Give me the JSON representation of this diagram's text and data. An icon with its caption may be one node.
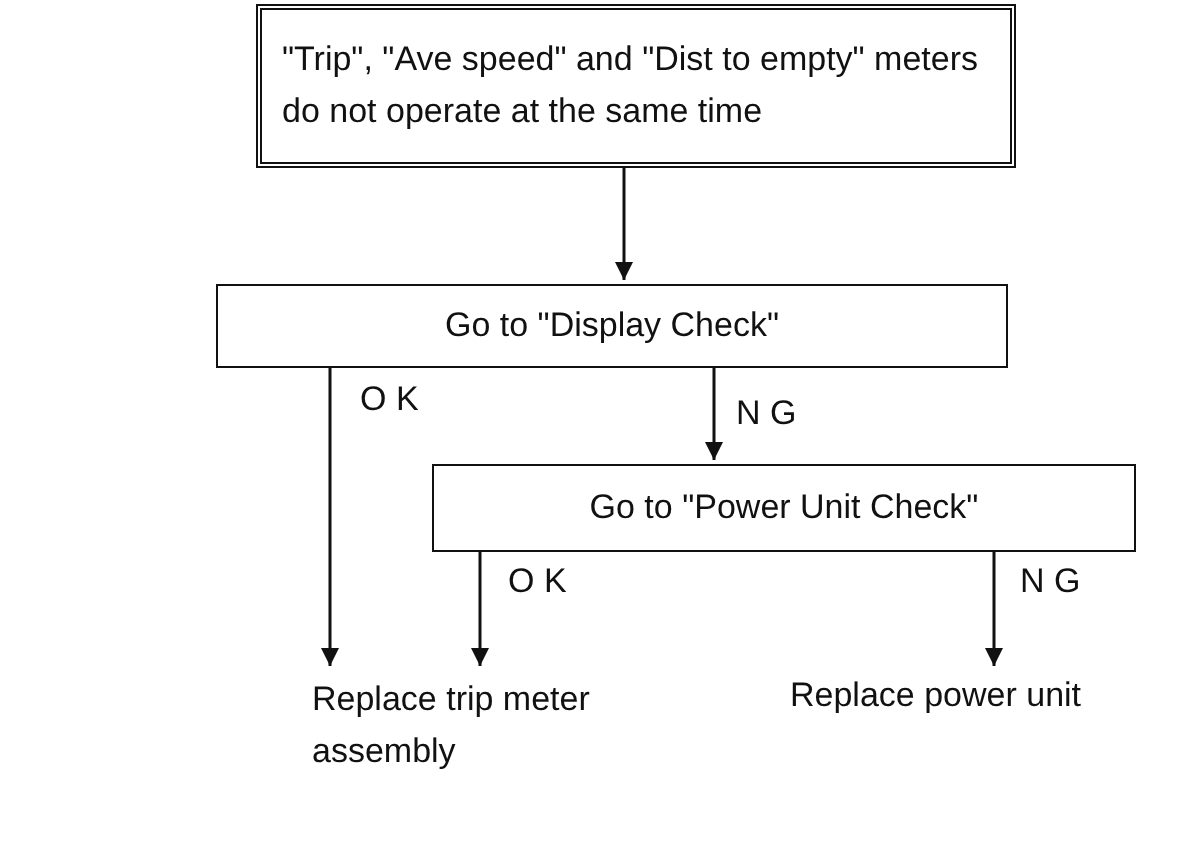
{
  "diagram": {
    "nodes": [
      {
        "text": [
          "\"Trip\", \"Ave speed\" and \"Dist to empty\" meters do not operate at the same time"
        ]
      },
      {
        "text": [
          "Go to \"Display Check\""
        ]
      },
      {
        "text": [
          "Go to \"Power Unit Check\""
        ]
      },
      {
        "text": [
          "Replace trip meter assembly"
        ]
      },
      {
        "text": [
          "Replace power unit"
        ]
      }
    ],
    "edges": [
      {
        "from": 0,
        "to": 1,
        "arrow": "to"
      },
      {
        "from": 1,
        "to": 3,
        "arrow": "to",
        "label": "O K"
      },
      {
        "from": 1,
        "to": 2,
        "arrow": "to",
        "label": "N G"
      },
      {
        "from": 2,
        "to": 3,
        "arrow": "to",
        "label": "O K"
      },
      {
        "from": 2,
        "to": 4,
        "arrow": "to",
        "label": "N G"
      }
    ]
  }
}
